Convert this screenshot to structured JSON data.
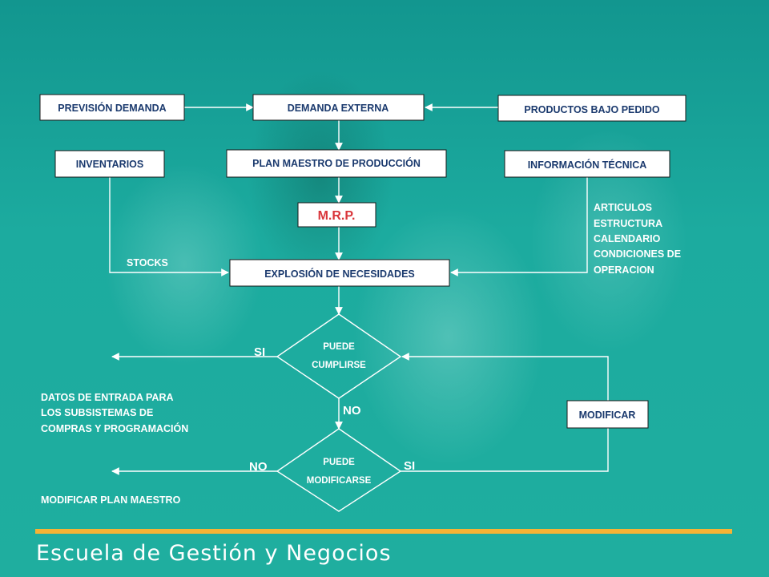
{
  "flowchart": {
    "boxes": {
      "prevision_demanda": "PREVISIÓN DEMANDA",
      "demanda_externa": "DEMANDA  EXTERNA",
      "productos_bajo_pedido": "PRODUCTOS BAJO PEDIDO",
      "inventarios": "INVENTARIOS",
      "plan_maestro": "PLAN MAESTRO DE PRODUCCIÓN",
      "informacion_tecnica": "INFORMACIÓN TÉCNICA",
      "mrp": "M.R.P.",
      "explosion": "EXPLOSIÓN DE NECESIDADES",
      "modificar": "MODIFICAR"
    },
    "labels": {
      "stocks": "STOCKS",
      "info_tecnica_items": [
        "ARTICULOS",
        "ESTRUCTURA",
        "CALENDARIO",
        "CONDICIONES DE",
        "OPERACION"
      ],
      "si_1": "SI",
      "no_1": "NO",
      "no_2": "NO",
      "si_2": "SI",
      "datos_entrada": [
        "DATOS DE ENTRADA PARA",
        "LOS SUBSISTEMAS DE",
        "COMPRAS Y PROGRAMACIÓN"
      ],
      "modificar_plan": "MODIFICAR PLAN MAESTRO"
    },
    "decisions": {
      "puede_cumplirse": [
        "PUEDE",
        "CUMPLIRSE"
      ],
      "puede_modificarse": [
        "PUEDE",
        "MODIFICARSE"
      ]
    }
  },
  "footer": {
    "brand": "Escuela de Gestión y Negocios"
  },
  "colors": {
    "background": "#1aa59c",
    "footer_line": "#f5b335",
    "box_text": "#1b3a6e",
    "mrp_text": "#d9353a"
  }
}
